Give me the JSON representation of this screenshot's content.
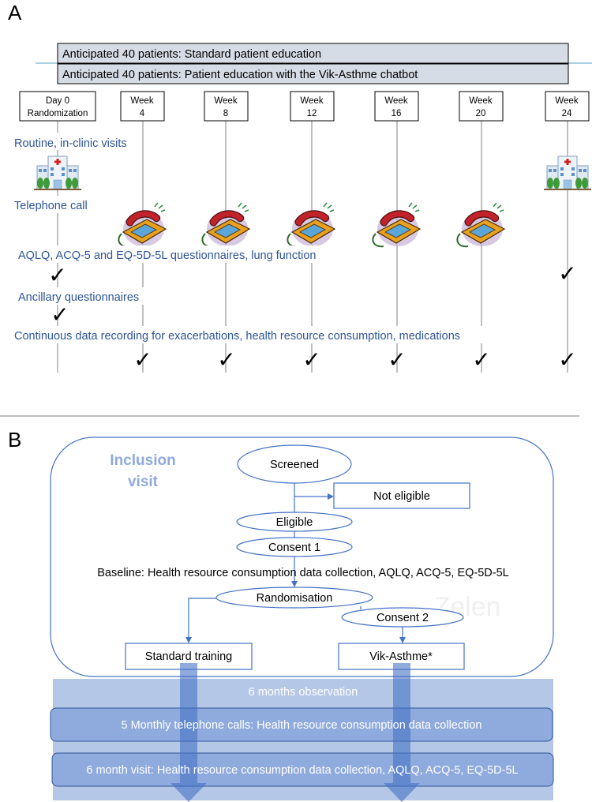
{
  "panel_a": {
    "label": "A",
    "arms": [
      "Anticipated 40 patients: Standard patient education",
      "Anticipated 40 patients: Patient education with the Vik-Asthme chatbot"
    ],
    "timepoints": [
      {
        "line1": "Day 0",
        "line2": "Randomization"
      },
      {
        "line1": "Week",
        "line2": "4"
      },
      {
        "line1": "Week",
        "line2": "8"
      },
      {
        "line1": "Week",
        "line2": "12"
      },
      {
        "line1": "Week",
        "line2": "16"
      },
      {
        "line1": "Week",
        "line2": "20"
      },
      {
        "line1": "Week",
        "line2": "24"
      }
    ],
    "rows": {
      "visits": "Routine, in-clinic visits",
      "telephone": "Telephone call",
      "questionnaires": "AQLQ, ACQ-5 and EQ-5D-5L questionnaires, lung function",
      "ancillary": "Ancillary questionnaires",
      "continuous": "Continuous data recording for exacerbations, health resource consumption, medications"
    },
    "check_glyph": "✓"
  },
  "panel_b": {
    "label": "B",
    "inclusion_visit": [
      "Inclusion",
      "visit"
    ],
    "screened": "Screened",
    "not_eligible": "Not eligible",
    "eligible": "Eligible",
    "consent1": "Consent 1",
    "baseline": "Baseline:  Health resource consumption data collection, AQLQ, ACQ-5, EQ-5D-5L",
    "randomisation": "Randomisation",
    "consent2": "Consent 2",
    "standard_training": "Standard training",
    "vik_asthme": "Vik-Asthme*",
    "watermark": "Zelen",
    "observation": "6 months observation",
    "monthly_calls": "5 Monthly telephone calls:  Health resource consumption data collection",
    "six_month_visit": "6 month visit:  Health resource consumption data collection, AQLQ, ACQ-5, EQ-5D-5L"
  },
  "colors": {
    "text_blue": "#2e5597",
    "line_blue": "#4472c4",
    "band_light": "#b4c7e7",
    "band_mid": "#8faadc",
    "arm_fill": "#d6dce5"
  },
  "icons": {
    "hospital": "hospital-icon",
    "telephone": "telephone-icon",
    "check": "check-icon"
  }
}
